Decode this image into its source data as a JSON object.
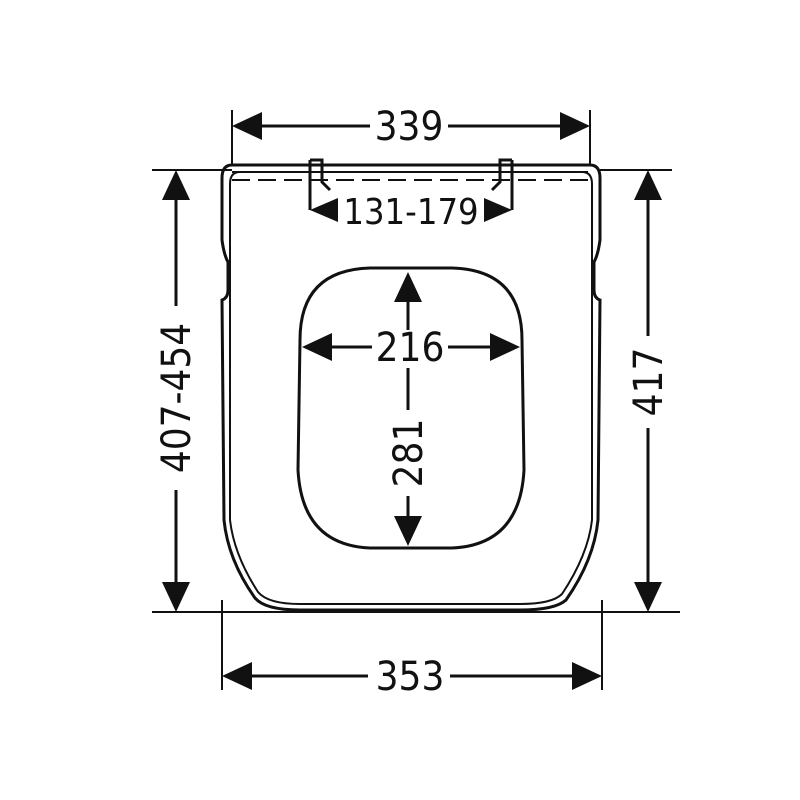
{
  "diagram": {
    "labels": {
      "top_width": "339",
      "hinge_spacing": "131-179",
      "opening_width": "216",
      "opening_length": "281",
      "left_length": "407-454",
      "right_length": "417",
      "bottom_width": "353"
    },
    "colors": {
      "ink": "#111111",
      "background": "#ffffff"
    }
  }
}
